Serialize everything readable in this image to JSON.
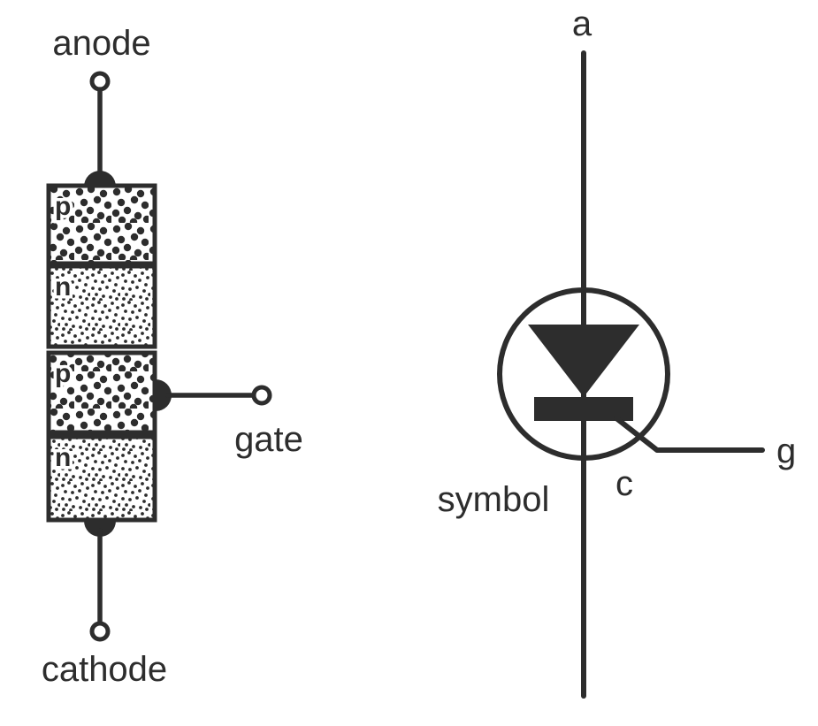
{
  "diagram": {
    "type": "thyristor-scr",
    "colors": {
      "ink": "#2d2d2d",
      "background": "#ffffff"
    },
    "structure": {
      "terminals": {
        "anode": "anode",
        "cathode": "cathode",
        "gate": "gate"
      },
      "layers": [
        {
          "label": "p",
          "doping": "p-type"
        },
        {
          "label": "n",
          "doping": "n-type"
        },
        {
          "label": "p",
          "doping": "p-type"
        },
        {
          "label": "n",
          "doping": "n-type"
        }
      ]
    },
    "symbol": {
      "caption": "symbol",
      "anode_short": "a",
      "cathode_short": "c",
      "gate_short": "g"
    }
  }
}
